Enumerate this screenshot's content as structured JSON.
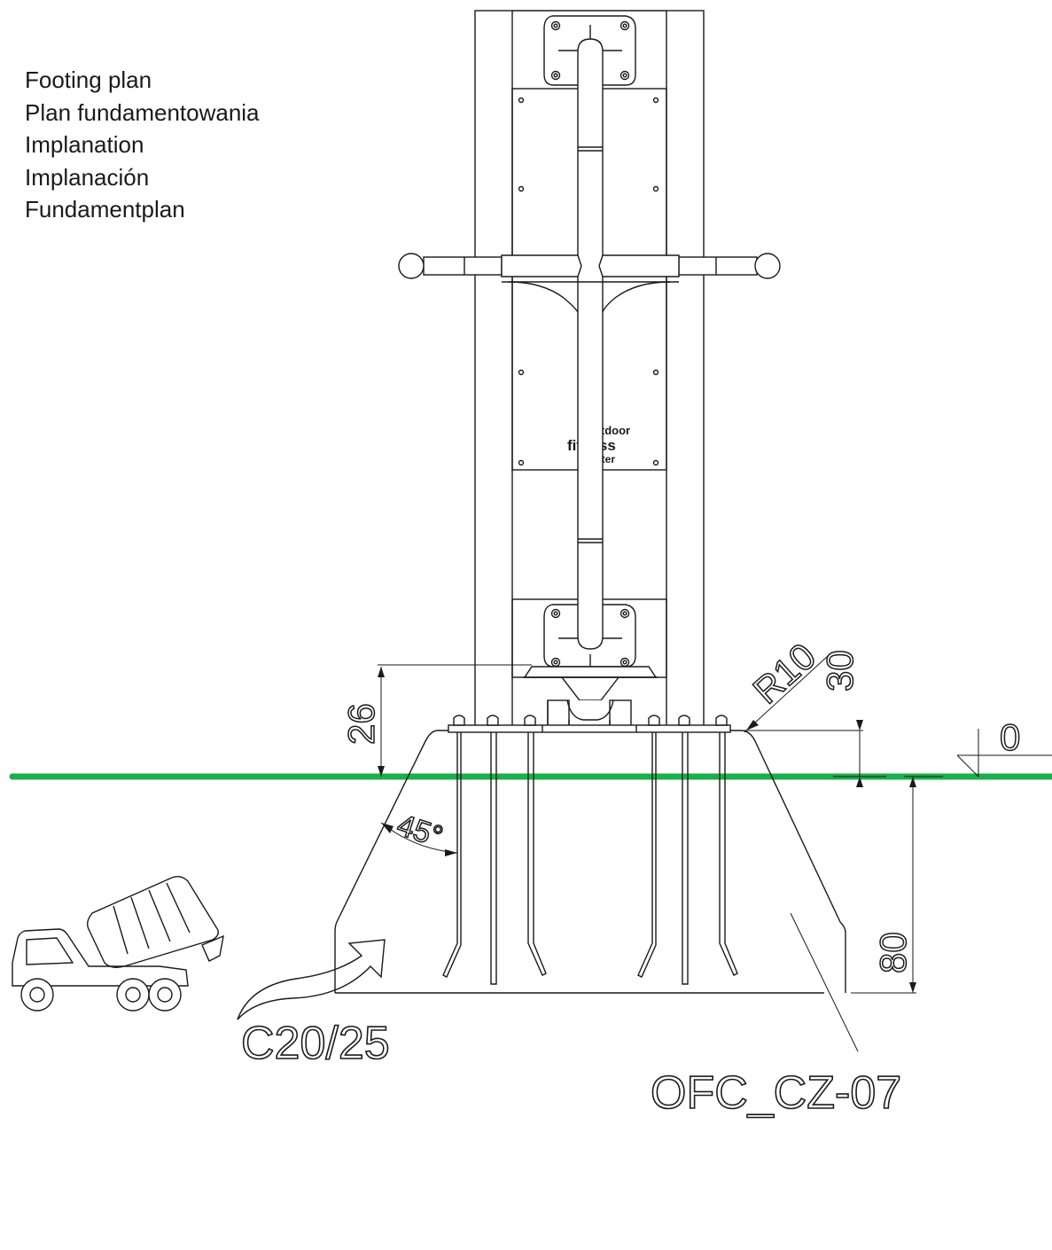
{
  "title_lines": [
    "Footing plan",
    "Plan fundamentowania",
    "Implanation",
    "Implanación",
    "Fundamentplan"
  ],
  "dimensions": {
    "post_above_ground": "26",
    "footing_top_depth": "30",
    "footing_total_depth": "80",
    "corner_radius": "R10",
    "angle": "45°",
    "ground_level": "0"
  },
  "concrete_grade": "C20/25",
  "anchor_part_code": "OFC_CZ-07",
  "logo_text": {
    "line1": "outdoor",
    "line2": "fitness",
    "line3": "center"
  },
  "colors": {
    "ground_line": "#1aaf4b",
    "line": "#1a1a1a"
  },
  "icons": {
    "truck": "concrete-mixer-truck-icon",
    "pour_arrow": "curved-arrow-icon"
  }
}
